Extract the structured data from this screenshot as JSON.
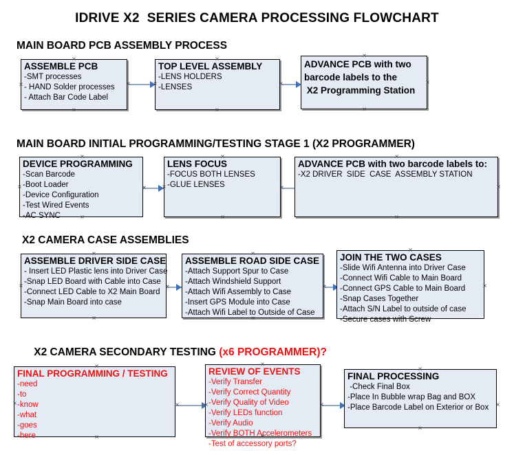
{
  "document": {
    "title": "IDRIVE X2  SERIES CAMERA PROCESSING FLOWCHART"
  },
  "colors": {
    "box_fill": "#e5ebf5",
    "box_border": "#000000",
    "box_shadow": "#9a9a9a",
    "connector_line": "#8fa9c4",
    "arrow_head": "#3f6fb5",
    "red_text": "#ee1111",
    "black_text": "#000000",
    "page_background": "#ffffff"
  },
  "sections": [
    {
      "id": "main-board-pcb-assembly-process",
      "heading": "MAIN BOARD PCB ASSEMBLY PROCESS",
      "heading_note": "",
      "boxes": [
        {
          "id": "assemble-pcb",
          "header": "ASSEMBLE PCB",
          "header_lines": [
            "ASSEMBLE PCB"
          ],
          "lines": [
            "-SMT processes",
            "- HAND Solder processes",
            "- Attach Bar Code Label"
          ],
          "red": false
        },
        {
          "id": "top-level-assembly",
          "header": "TOP LEVEL ASSEMBLY",
          "header_lines": [
            "TOP LEVEL ASSEMBLY"
          ],
          "lines": [
            "-LENS HOLDERS",
            "-LENSES"
          ],
          "red": false
        },
        {
          "id": "advance-pcb-programming-station",
          "header": "ADVANCE PCB with two barcode labels to the  X2 Programming Station",
          "header_lines": [
            "ADVANCE PCB with two",
            "barcode labels to the",
            " X2 Programming Station"
          ],
          "lines": [],
          "red": false
        }
      ]
    },
    {
      "id": "main-board-initial-programming",
      "heading": "MAIN BOARD INITIAL PROGRAMMING/TESTING STAGE 1 (X2 PROGRAMMER)",
      "heading_note": "",
      "boxes": [
        {
          "id": "device-programming",
          "header": "DEVICE PROGRAMMING",
          "header_lines": [
            "DEVICE PROGRAMMING"
          ],
          "lines": [
            "-Scan Barcode",
            "-Boot Loader",
            "-Device Configuration",
            "-Test Wired Events",
            "-AC SYNC"
          ],
          "red": false
        },
        {
          "id": "lens-focus",
          "header": "LENS FOCUS",
          "header_lines": [
            "LENS FOCUS"
          ],
          "lines": [
            "-FOCUS BOTH LENSES",
            "-GLUE LENSES"
          ],
          "red": false
        },
        {
          "id": "advance-pcb-driver-side-case",
          "header": "ADVANCE PCB with two barcode labels to:",
          "header_lines": [
            "ADVANCE PCB with two barcode labels to:"
          ],
          "lines": [
            "-X2 DRIVER  SIDE  CASE  ASSEMBLY STATION"
          ],
          "red": false
        }
      ]
    },
    {
      "id": "x2-camera-case-assemblies",
      "heading": "X2 CAMERA CASE ASSEMBLIES",
      "heading_note": "",
      "boxes": [
        {
          "id": "assemble-driver-side-case",
          "header": "ASSEMBLE DRIVER SIDE CASE",
          "header_lines": [
            "ASSEMBLE DRIVER SIDE CASE"
          ],
          "lines": [
            "- Insert LED Plastic lens into Driver Case",
            "-Snap LED Board with Cable into Case",
            "-Connect LED Cable to X2 Main Board",
            "-Snap Main Board into case"
          ],
          "red": false
        },
        {
          "id": "assemble-road-side-case",
          "header": "ASSEMBLE ROAD SIDE CASE",
          "header_lines": [
            "ASSEMBLE ROAD SIDE CASE"
          ],
          "lines": [
            "-Attach Support Spur to Case",
            "-Attach Windshield Support",
            "-Attach Wifi Assembly to Case",
            "-Insert GPS Module into Case",
            "-Attach Wifi Label to Outside of Case"
          ],
          "red": false
        },
        {
          "id": "join-the-two-cases",
          "header": "JOIN THE TWO CASES",
          "header_lines": [
            "JOIN THE TWO CASES"
          ],
          "lines": [
            "-Slide Wifi Antenna into Driver Case",
            "-Connect Wifi Cable to Main Board",
            "-Connect GPS Cable to Main Board",
            "-Snap Cases Together",
            "-Attach S/N Label to outside of case",
            "-Secure cases with Screw"
          ],
          "red": false
        }
      ]
    },
    {
      "id": "x2-camera-secondary-testing",
      "heading": "X2 CAMERA SECONDARY TESTING ",
      "heading_note": "(x6 PROGRAMMER)?",
      "boxes": [
        {
          "id": "final-programming-testing",
          "header": "FINAL PROGRAMMING / TESTING",
          "header_lines": [
            "FINAL PROGRAMMING / TESTING"
          ],
          "lines": [
            "-need",
            "-to",
            "-know",
            "-what",
            "-goes",
            "-here"
          ],
          "red": true
        },
        {
          "id": "review-of-events",
          "header": "REVIEW OF EVENTS",
          "header_lines": [
            "REVIEW OF EVENTS"
          ],
          "lines": [
            "-Verify Transfer",
            "-Verify Correct Quantity",
            "-Verify Quality of Video",
            "-Verify LEDs function",
            "-Verify Audio",
            "-Verify BOTH Accelerometers",
            "-Test of accessory ports?"
          ],
          "red": true
        },
        {
          "id": "final-processing",
          "header": "FINAL PROCESSING",
          "header_lines": [
            "FINAL PROCESSING"
          ],
          "lines": [
            " -Check Final Box",
            "-Place In Bubble wrap Bag and BOX",
            "-Place Barcode Label on Exterior or Box"
          ],
          "red": false
        }
      ]
    }
  ]
}
